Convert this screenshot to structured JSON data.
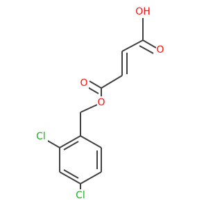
{
  "molecule": {
    "atoms": [
      {
        "id": "O_hydroxyl",
        "symbol": "O",
        "text": "OH",
        "color": "#ff0d0d"
      },
      {
        "id": "O_acid_carbonyl",
        "symbol": "O",
        "text": "O",
        "color": "#ff0d0d"
      },
      {
        "id": "O_ester_carbonyl",
        "symbol": "O",
        "text": "O",
        "color": "#ff0d0d"
      },
      {
        "id": "O_ester",
        "symbol": "O",
        "text": "O",
        "color": "#ff0d0d"
      },
      {
        "id": "Cl_ortho",
        "symbol": "Cl",
        "text": "Cl",
        "color": "#1fae1f"
      },
      {
        "id": "Cl_para",
        "symbol": "Cl",
        "text": "Cl",
        "color": "#1fae1f"
      }
    ],
    "bond_color": "#3f3f3f"
  }
}
